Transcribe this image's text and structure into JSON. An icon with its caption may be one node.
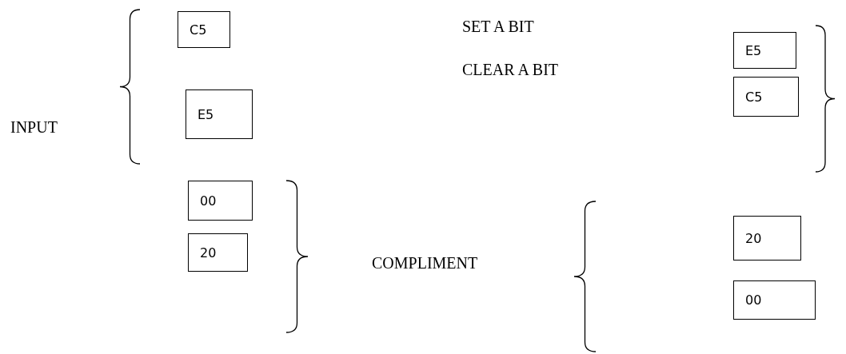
{
  "diagram": {
    "nodes": [
      {
        "text": [
          "C5"
        ]
      },
      {
        "text": [
          "E5"
        ]
      },
      {
        "text": [
          "E5"
        ]
      },
      {
        "text": [
          "C5"
        ]
      },
      {
        "text": [
          "00"
        ]
      },
      {
        "text": [
          "20"
        ]
      },
      {
        "text": [
          "20"
        ]
      },
      {
        "text": [
          "00"
        ]
      }
    ],
    "labels": [
      "SET A BIT",
      "CLEAR A BIT",
      "INPUT",
      "COMPLIMENT"
    ]
  }
}
